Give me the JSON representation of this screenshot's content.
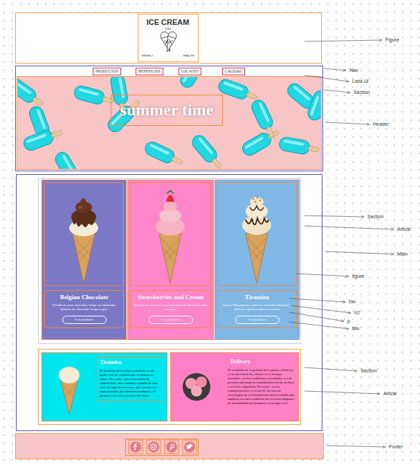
{
  "diagram": {
    "nodes": [
      {
        "text": [
          "ICE CREAM",
          "1969",
          "FRESHLY",
          "HEALTHY"
        ]
      },
      {
        "text": [
          "PRODUCTOS"
        ]
      },
      {
        "text": [
          "BENEFICIOS"
        ]
      },
      {
        "text": [
          "LOCALES"
        ]
      },
      {
        "text": [
          "CALIDAD"
        ]
      },
      {
        "text": [
          "summer time"
        ]
      },
      {
        "text": [
          "Belgian Chocolate",
          "Helado de puro chocolate belga con delicadas láminas de chocolate belga negro."
        ]
      },
      {
        "text": [
          "Ir al producto"
        ],
        "in": 6
      },
      {
        "text": [
          "Strawberries and Cream",
          "Helado de crema y fresa con trozos de las fresas más selectas."
        ]
      },
      {
        "text": [
          "Ir al producto"
        ],
        "in": 8
      },
      {
        "text": [
          "Tiramisu",
          "Queso Mascarpone, salsa de chocolate blended y galletas espolvoreadas con cacao."
        ]
      },
      {
        "text": [
          "Ir al producto"
        ],
        "in": 10
      },
      {
        "text": [
          "Tiramisu",
          "El tiramisú (del italiano tiramisù) es un postre frío de cuchara que se monta en capas. No existe una receta única de elaboración, sino variantes a partir de una serie de ingredientes base que pueden ser representados por distintos productos. Se prepara con café y un poco de licor."
        ]
      },
      {
        "text": [
          "Delivery",
          "El resultado de la gestión del reparto o delivery es la operación de colocar en el tiempo acordado, en las condiciones acordadas, y a la persona adecuada la cantidad precisa de un bien o servicio adquirido. El avance en las comunicaciones y el uso de las nuevas tecnologías de la información han permitido que también sea una condición del servicio disponer de trazabilidad del producto en tiempo real."
        ]
      }
    ],
    "labels": [
      "Figure",
      "Nav",
      "Lista Ul",
      "Section",
      "Header",
      "Section",
      "Article",
      "Main",
      "figure",
      "Div",
      "h2",
      "p",
      "Btn",
      "Section",
      "Article",
      "Footer"
    ]
  }
}
